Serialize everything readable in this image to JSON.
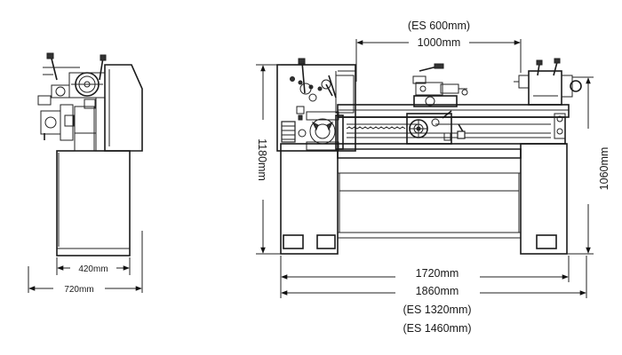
{
  "dimensions": {
    "width_total_side": "720mm",
    "width_base_side": "420mm",
    "height_total": "1180mm",
    "height_spindle": "1060mm",
    "carriage_travel_es": "(ES 600mm)",
    "carriage_travel": "1000mm",
    "length_bed": "1720mm",
    "length_total": "1860mm",
    "length_bed_es": "(ES 1320mm)",
    "length_total_es": "(ES 1460mm)"
  },
  "colors": {
    "line": "#222222",
    "text": "#1a1a1a",
    "background": "#ffffff"
  }
}
